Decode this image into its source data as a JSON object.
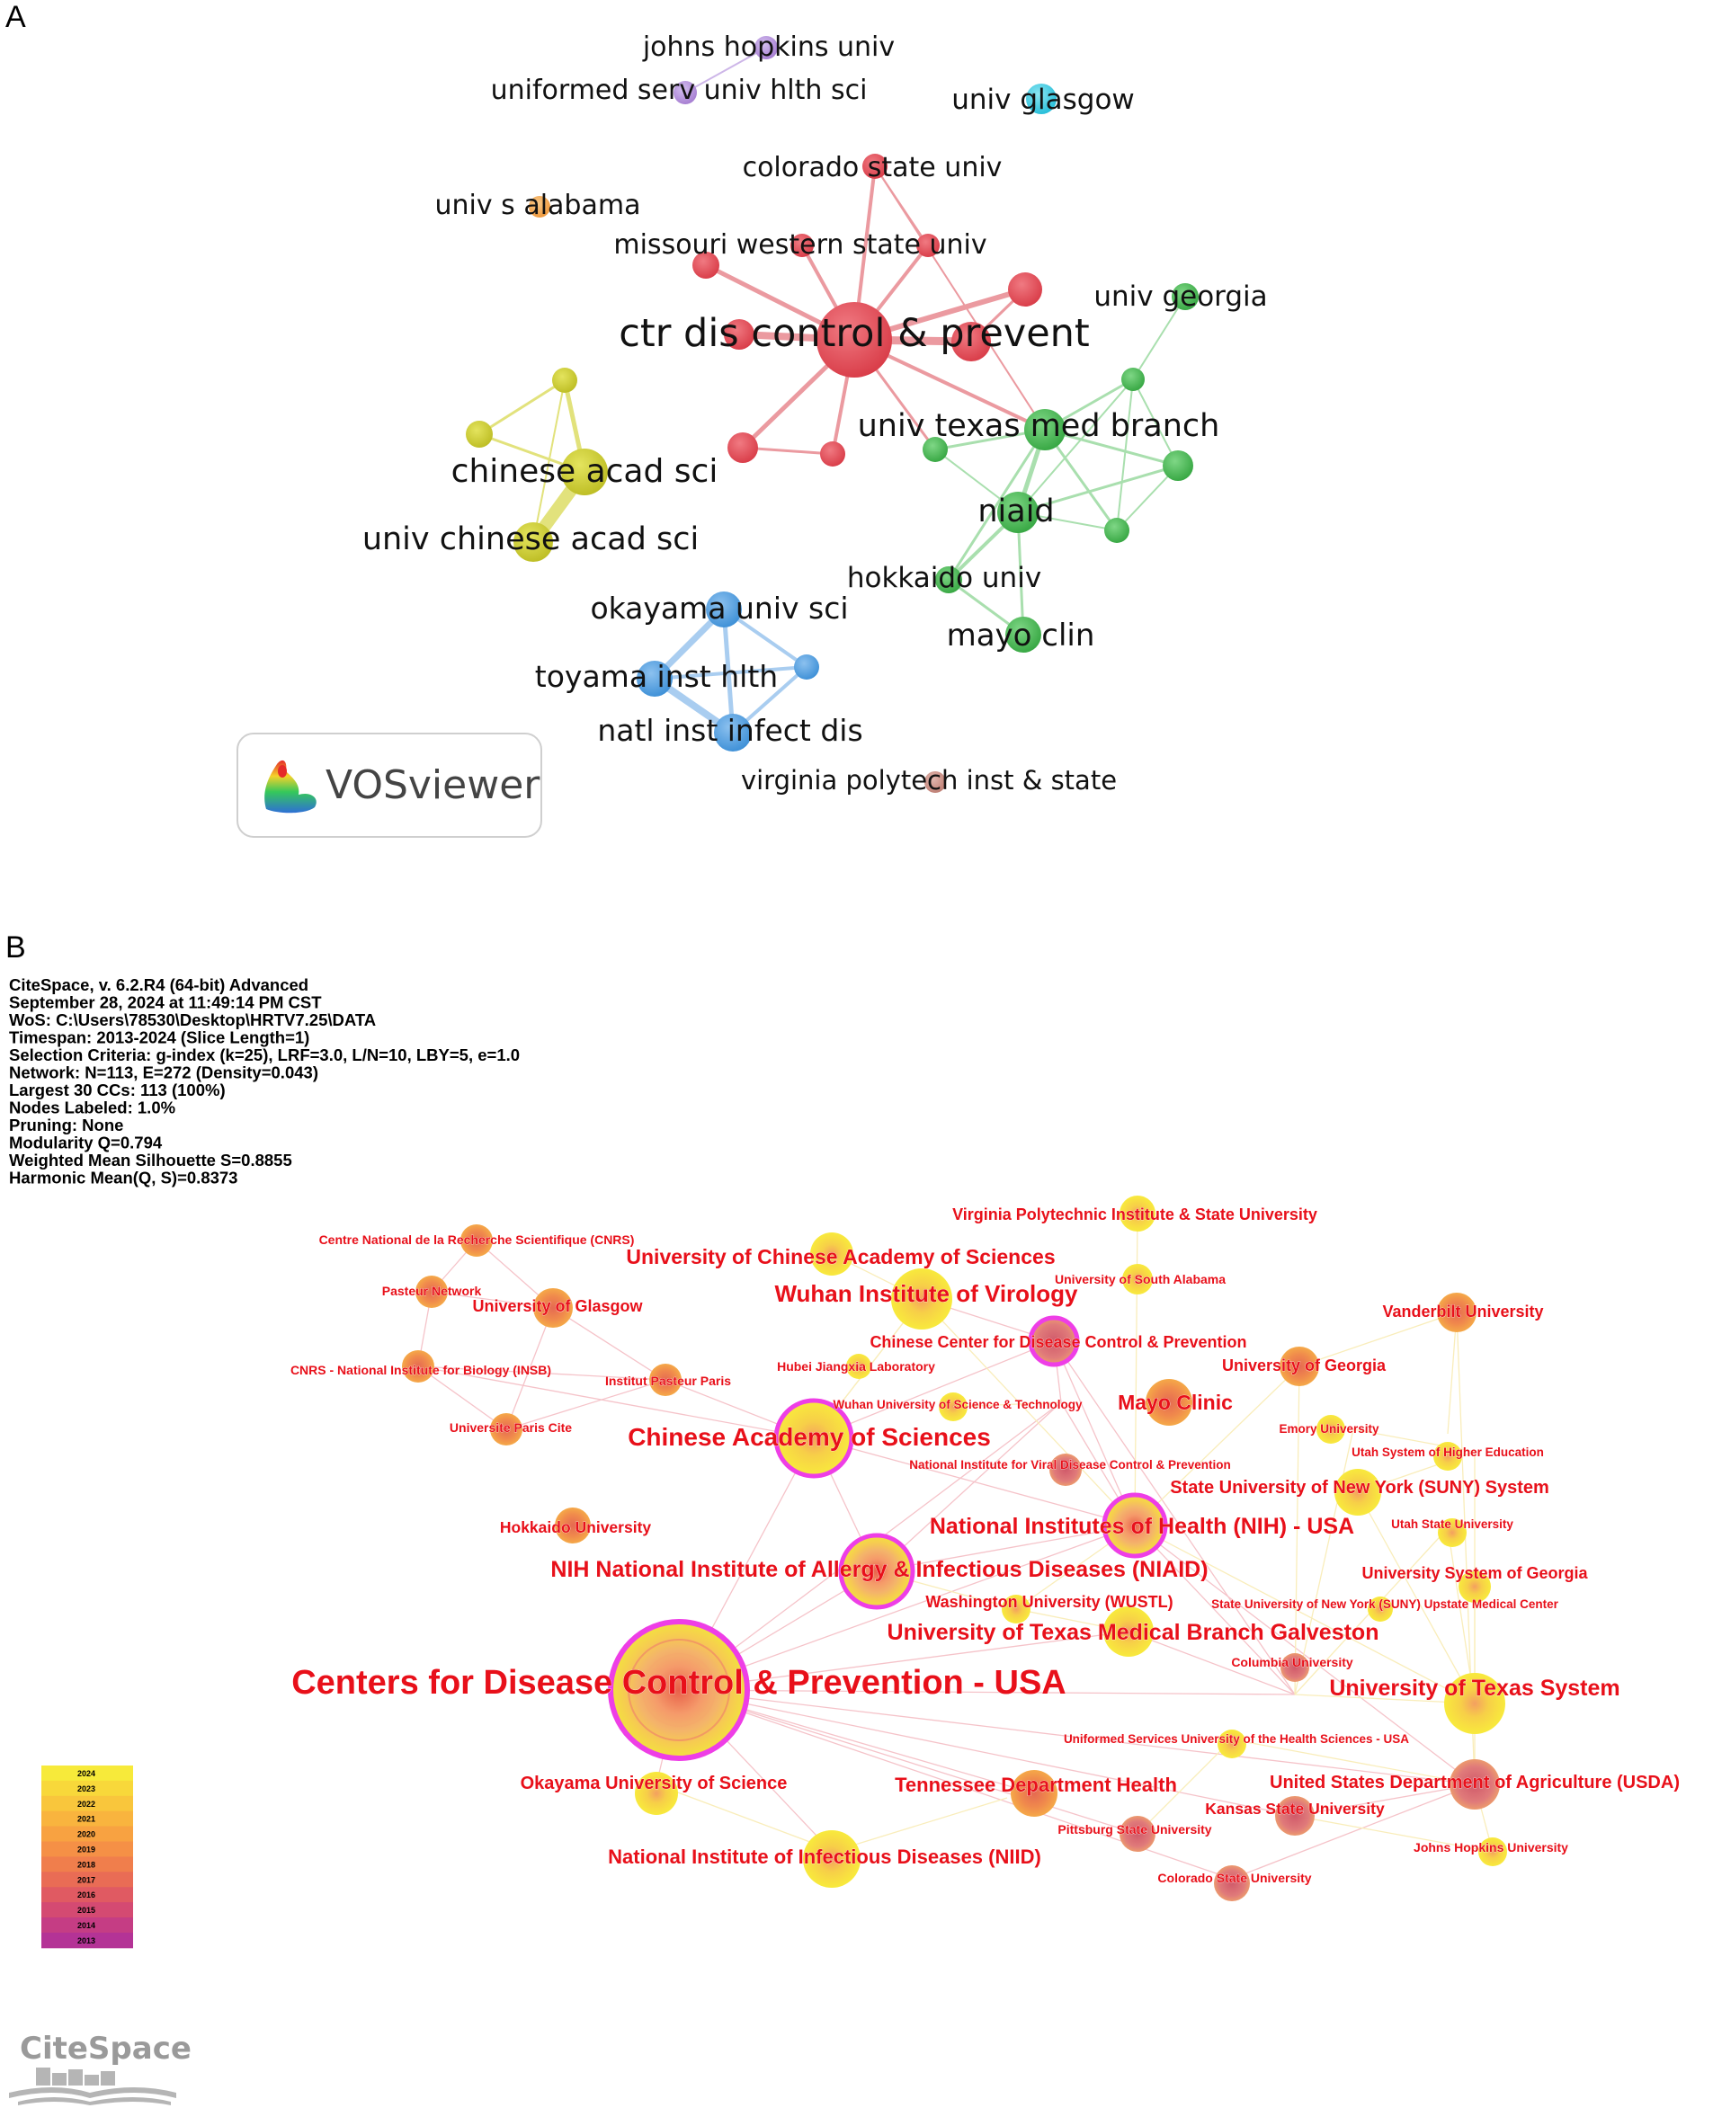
{
  "panels": {
    "a": {
      "letter": "A"
    },
    "b": {
      "letter": "B"
    }
  },
  "vosviewer": {
    "logo_text": "VOSviewer",
    "cluster_colors": {
      "red": "#e0434f",
      "green": "#3eb54a",
      "yellow": "#c9c92a",
      "blue": "#4d9de0",
      "purple": "#b08ad6",
      "cyan": "#34c8e0",
      "orange": "#f2a34c",
      "brown": "#c98a80"
    },
    "labels": [
      "johns hopkins univ",
      "uniformed serv univ hlth sci",
      "univ glasgow",
      "colorado state univ",
      "univ s alabama",
      "missouri western state univ",
      "ctr dis control & prevent",
      "univ georgia",
      "univ texas med branch",
      "chinese acad sci",
      "univ chinese acad sci",
      "niaid",
      "hokkaido univ",
      "okayama univ sci",
      "mayo clin",
      "toyama inst hlth",
      "natl inst infect dis",
      "virginia polytech inst & state"
    ]
  },
  "citespace": {
    "info_lines": [
      "CiteSpace, v. 6.2.R4 (64-bit) Advanced",
      "September 28, 2024 at 11:49:14 PM CST",
      "WoS: C:\\Users\\78530\\Desktop\\HRTV7.25\\DATA",
      "Timespan: 2013-2024 (Slice Length=1)",
      "Selection Criteria: g-index (k=25), LRF=3.0, L/N=10, LBY=5, e=1.0",
      "Network: N=113, E=272 (Density=0.043)",
      "Largest 30 CCs: 113 (100%)",
      "Nodes Labeled: 1.0%",
      "Pruning: None",
      "Modularity Q=0.794",
      "Weighted Mean Silhouette S=0.8855",
      "Harmonic Mean(Q, S)=0.8373"
    ],
    "labels": [
      "Virginia Polytechnic Institute & State University",
      "Centre National de la Recherche Scientifique (CNRS)",
      "University of Chinese Academy of Sciences",
      "University of South Alabama",
      "Wuhan Institute of Virology",
      "Pasteur Network",
      "University of Glasgow",
      "Vanderbilt University",
      "Chinese Center for Disease Control & Prevention",
      "Hubei Jiangxia Laboratory",
      "University of Georgia",
      "CNRS - National Institute for Biology (INSB)",
      "Institut Pasteur Paris",
      "Wuhan University of Science & Technology",
      "Mayo Clinic",
      "Universite Paris Cite",
      "Chinese Academy of Sciences",
      "Emory University",
      "Utah System of Higher Education",
      "National Institute for Viral Disease Control & Prevention",
      "State University of New York (SUNY) System",
      "Hokkaido University",
      "National Institutes of Health (NIH) - USA",
      "Utah State University",
      "NIH National Institute of Allergy & Infectious Diseases (NIAID)",
      "University System of Georgia",
      "Washington University (WUSTL)",
      "State University of New York (SUNY) Upstate Medical Center",
      "University of Texas Medical Branch Galveston",
      "Columbia University",
      "Centers for Disease Control & Prevention - USA",
      "University of Texas System",
      "Uniformed Services University of the Health Sciences - USA",
      "Okayama University of Science",
      "Tennessee Department Health",
      "United States Department of Agriculture (USDA)",
      "Kansas State University",
      "Pittsburg State University",
      "Johns Hopkins University",
      "National Institute of Infectious Diseases (NIID)",
      "Colorado State University"
    ],
    "legend_years": [
      "2024",
      "2023",
      "2022",
      "2021",
      "2020",
      "2019",
      "2018",
      "2017",
      "2016",
      "2015",
      "2014",
      "2013"
    ],
    "legend_colors": [
      "#f7ea3a",
      "#f8d83a",
      "#f9c63c",
      "#f9b43e",
      "#f8a241",
      "#f59046",
      "#f07e4c",
      "#e96c55",
      "#e05a62",
      "#d44a72",
      "#c53d84",
      "#b43396"
    ],
    "logo_text": "CiteSpace"
  }
}
